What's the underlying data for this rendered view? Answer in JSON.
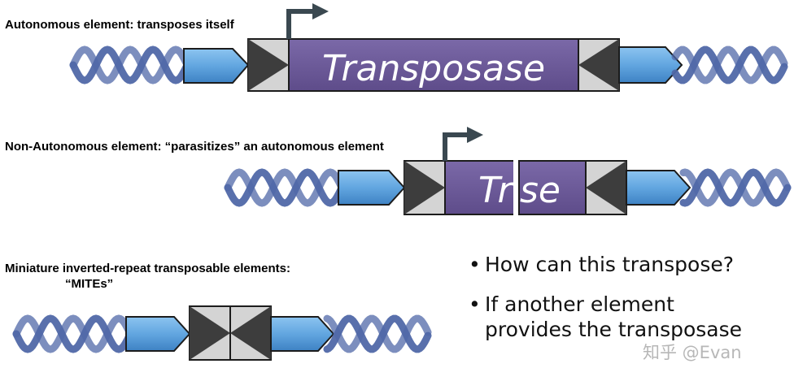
{
  "rows": {
    "autonomous": {
      "label": "Autonomous element: transposes itself",
      "gene_label": "Transposase"
    },
    "non_autonomous": {
      "label": "Non-Autonomous element: “parasitizes” an autonomous element",
      "gene_label_left": "Tr",
      "gene_label_right": "se"
    },
    "mites": {
      "label_line1": "Miniature inverted-repeat transposable elements:",
      "label_line2": "“MITEs”"
    }
  },
  "bullets": [
    "How can this transpose?",
    "If another element provides the transposase"
  ],
  "bullet_lines": [
    [
      "How can this transpose?"
    ],
    [
      "If another element",
      "provides the transposase"
    ]
  ],
  "watermark": "知乎 @Evan",
  "colors": {
    "dna_strand": "#5068a8",
    "arrow_fill": "#62a6e0",
    "arrow_stroke": "#1c1c1c",
    "transposase_fill": "#6e5a9a",
    "terminal_dark": "#3d3d3d",
    "terminal_light": "#d4d4d4",
    "promoter_arrow": "#3a4850"
  }
}
